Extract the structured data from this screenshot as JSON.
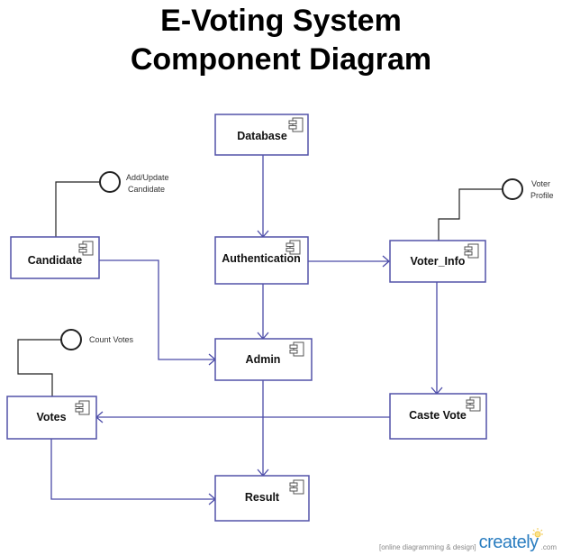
{
  "title": {
    "line1": "E-Voting System",
    "line2": "Component Diagram"
  },
  "colors": {
    "connector": "#4b4ba8",
    "box_border": "#5252a8",
    "interface_line": "#222222"
  },
  "components": [
    {
      "id": "database",
      "label": "Database"
    },
    {
      "id": "candidate",
      "label": "Candidate"
    },
    {
      "id": "authentication",
      "label": "Authentication"
    },
    {
      "id": "voter_info",
      "label": "Voter_Info"
    },
    {
      "id": "admin",
      "label": "Admin"
    },
    {
      "id": "votes",
      "label": "Votes"
    },
    {
      "id": "caste_vote",
      "label": "Caste Vote"
    },
    {
      "id": "result",
      "label": "Result"
    }
  ],
  "interfaces": [
    {
      "id": "add_update_candidate",
      "line1": "Add/Update",
      "line2": "Candidate",
      "attached_to": "candidate"
    },
    {
      "id": "voter_profile",
      "line1": "Voter",
      "line2": "Profile",
      "attached_to": "voter_info"
    },
    {
      "id": "count_votes",
      "line1": "Count Votes",
      "line2": "",
      "attached_to": "votes"
    }
  ],
  "connections": [
    {
      "from": "database",
      "to": "authentication"
    },
    {
      "from": "authentication",
      "to": "voter_info"
    },
    {
      "from": "authentication",
      "to": "admin"
    },
    {
      "from": "candidate",
      "to": "admin"
    },
    {
      "from": "voter_info",
      "to": "caste_vote"
    },
    {
      "from": "caste_vote",
      "to": "votes"
    },
    {
      "from": "admin",
      "to": "result"
    },
    {
      "from": "votes",
      "to": "result"
    }
  ],
  "footer": {
    "tagline": "[online diagramming & design]",
    "brand": "creately",
    "domain": ".com"
  }
}
